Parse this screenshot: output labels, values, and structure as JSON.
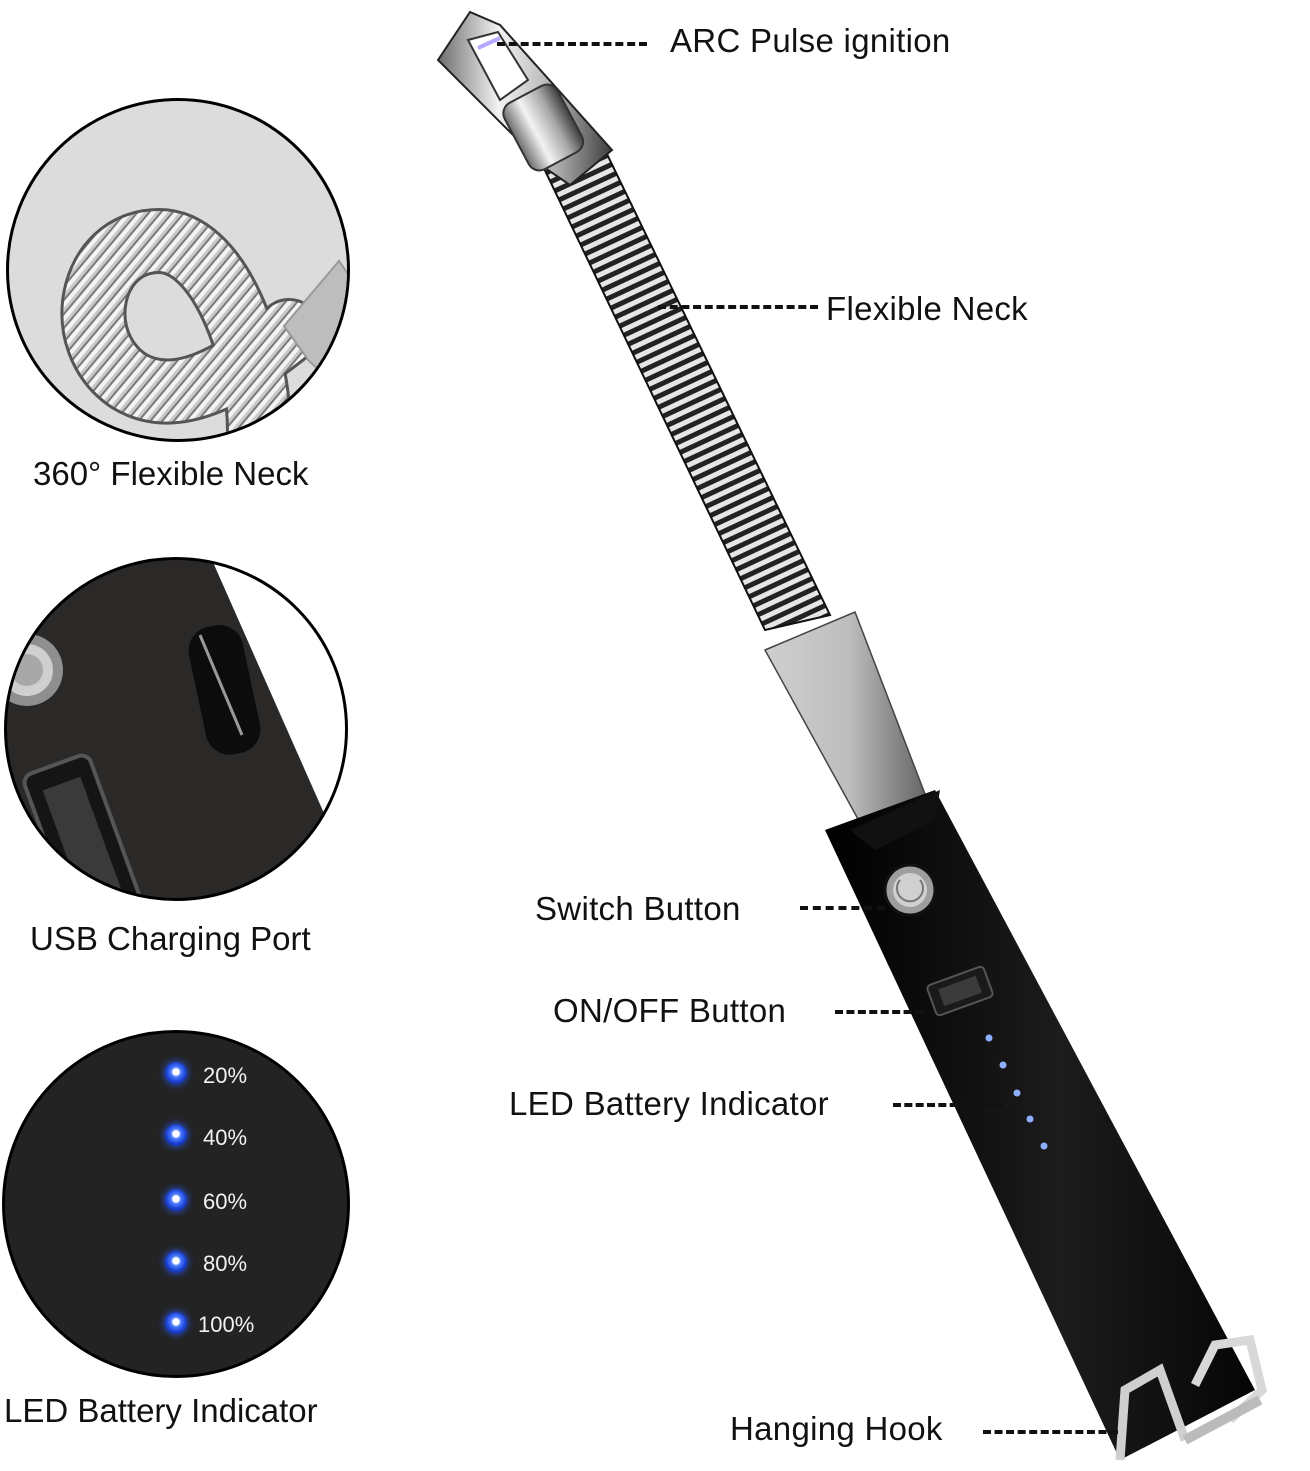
{
  "callouts": {
    "arc": "ARC Pulse ignition",
    "neck": "Flexible Neck",
    "switch": "Switch Button",
    "onoff": "ON/OFF Button",
    "led": "LED Battery Indicator",
    "hook": "Hanging Hook"
  },
  "insets": {
    "neck_caption": "360° Flexible Neck",
    "usb_caption": "USB Charging Port",
    "battery_caption": "LED Battery Indicator",
    "battery_levels": [
      "20%",
      "40%",
      "60%",
      "80%",
      "100%"
    ]
  },
  "colors": {
    "led_blue": "#2a5cff",
    "body_black": "#111111",
    "chrome": "#c8c8c8"
  }
}
